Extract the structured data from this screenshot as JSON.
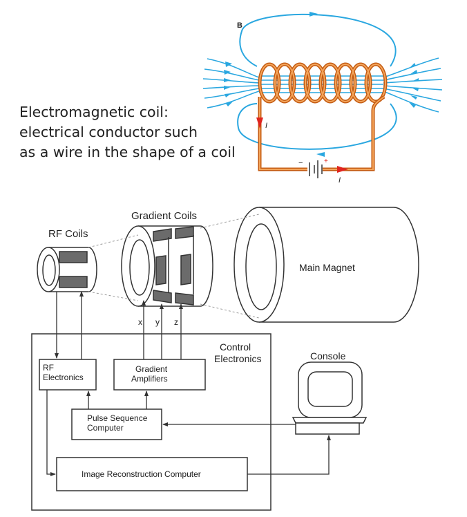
{
  "caption": {
    "lines": [
      "Electromagnetic coil:",
      "electrical conductor such",
      "as a wire in the shape of a coil"
    ]
  },
  "coil": {
    "field_label": "B",
    "current_label_left": "I",
    "current_label_bottom": "I",
    "battery_plus": "+",
    "battery_minus": "−"
  },
  "mri": {
    "rf_coils": "RF Coils",
    "gradient_coils": "Gradient Coils",
    "main_magnet": "Main Magnet",
    "axis_x": "x",
    "axis_y": "y",
    "axis_z": "z",
    "control_electronics_1": "Control",
    "control_electronics_2": "Electronics",
    "console": "Console",
    "rf_electronics_1": "RF",
    "rf_electronics_2": "Electronics",
    "gradient_amplifiers_1": "Gradient",
    "gradient_amplifiers_2": "Amplifiers",
    "pulse_sequence_1": "Pulse Sequence",
    "pulse_sequence_2": "Computer",
    "image_reconstruction": "Image Reconstruction Computer"
  },
  "colors": {
    "field_lines": "#2aa7e0",
    "coil_wire": "#e8892a",
    "current_arrow": "#e0261f",
    "diagram_ink": "#333333",
    "coil_segment": "#6b6b6b"
  }
}
